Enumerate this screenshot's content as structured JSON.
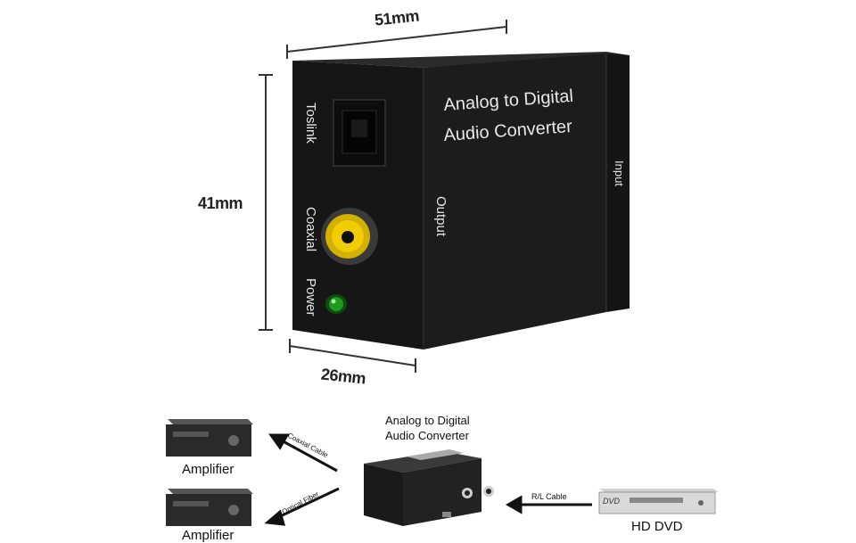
{
  "dimensions": {
    "width": "51mm",
    "height": "41mm",
    "depth": "26mm"
  },
  "device": {
    "front_title_line1": "Analog to Digital",
    "front_title_line2": "Audio Converter",
    "side_labels": {
      "toslink": "Toslink",
      "coaxial": "Coaxial",
      "power": "Power",
      "output": "Output",
      "input": "Input"
    }
  },
  "diagram": {
    "title_line1": "Analog to Digital",
    "title_line2": "Audio Converter",
    "amplifier_label": "Amplifier",
    "amplifier2_label": "Amplifier",
    "coaxial_cable_label": "Coaxial Cable",
    "optical_fiber_label": "Optical Fiber",
    "rl_cable_label": "R/L Cable",
    "hd_dvd_label": "HD DVD",
    "dvd_logo": "DVD"
  },
  "colors": {
    "device_body": "#1a1a1a",
    "rca_ring": "#e8c400",
    "power_led": "#1f9a1f",
    "label_white": "#e8e8e8"
  }
}
